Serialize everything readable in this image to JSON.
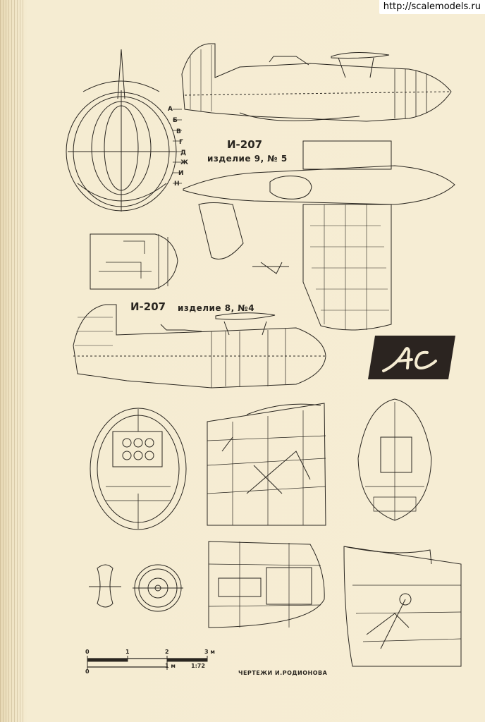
{
  "watermark": "http://scalemodels.ru",
  "views": {
    "top_title": "И-207",
    "top_subtitle": "изделие 9, № 5",
    "side_title": "И-207",
    "side_subtitle": "изделие 8, №4"
  },
  "section_letters": [
    "А",
    "Б",
    "В",
    "Г",
    "Д",
    "Ж",
    "И",
    "Н"
  ],
  "scale_bar": {
    "ticks_top": [
      "0",
      "1",
      "2",
      "3 м"
    ],
    "ticks_bottom": [
      "0",
      "1 м"
    ],
    "ratio": "1:72"
  },
  "credits": "ЧЕРТЕЖИ  И.РОДИОНОВА",
  "colors": {
    "paper": "#f5ecd2",
    "ink": "#2a2620",
    "logo_bg": "#2b2420"
  },
  "logo_icon": "ac-logo-icon"
}
